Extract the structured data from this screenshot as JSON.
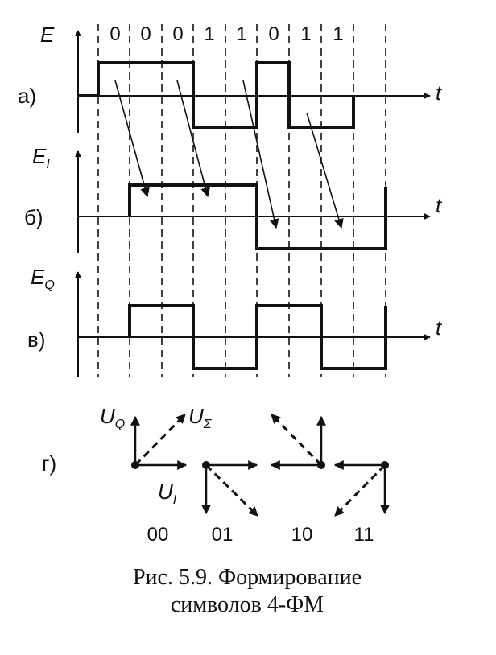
{
  "bits": [
    "0",
    "0",
    "0",
    "1",
    "1",
    "0",
    "1",
    "1"
  ],
  "labels": {
    "panel_a": "а)",
    "panel_b": "б)",
    "panel_v": "в)",
    "panel_g": "г)",
    "axis_E": "E",
    "axis_EI_main": "E",
    "axis_EI_sub": "I",
    "axis_EQ_main": "E",
    "axis_EQ_sub": "Q",
    "t": "t"
  },
  "vectors": {
    "uq_main": "U",
    "uq_sub": "Q",
    "usum_main": "U",
    "usum_sub": "Σ",
    "ui_main": "U",
    "ui_sub": "I",
    "pairs": [
      "00",
      "01",
      "10",
      "11"
    ]
  },
  "caption": {
    "line1": "Рис. 5.9. Формирование",
    "line2": "символов 4-ФМ"
  }
}
